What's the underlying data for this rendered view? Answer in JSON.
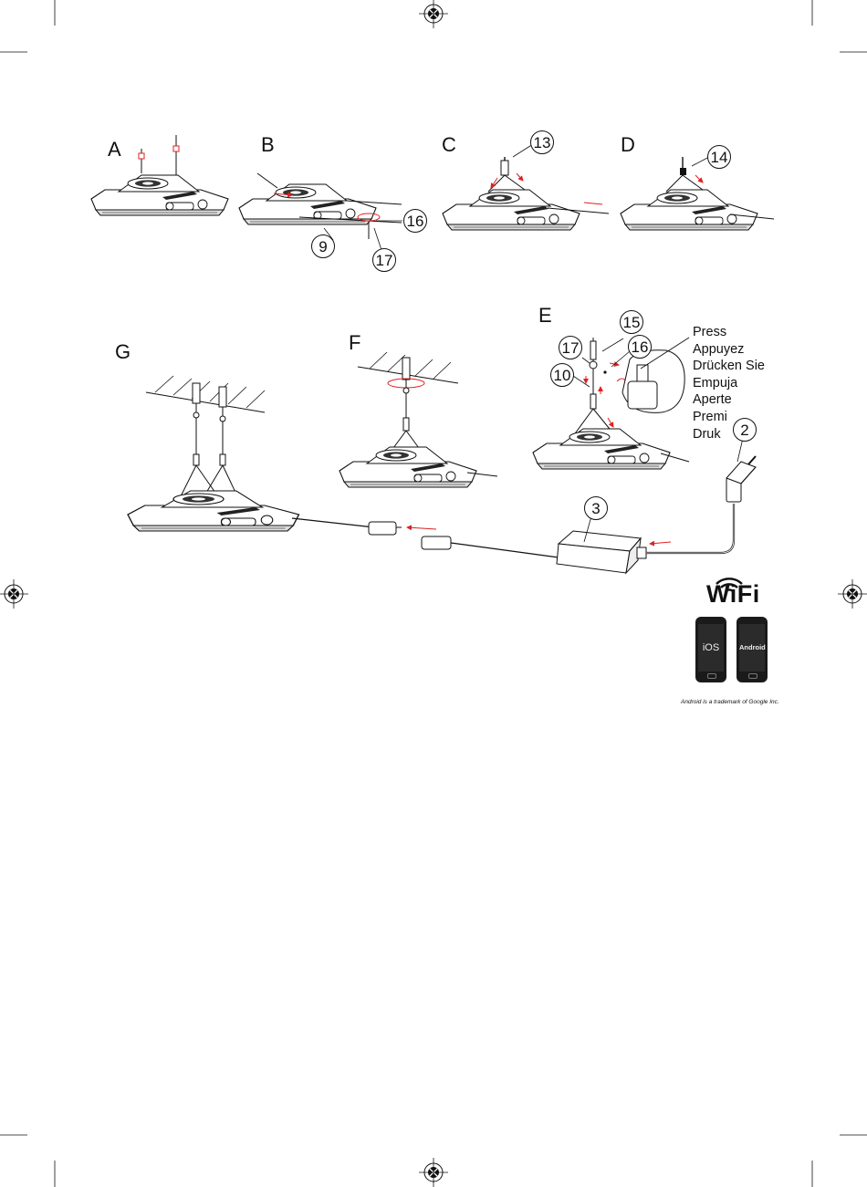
{
  "steps": {
    "a": "A",
    "b": "B",
    "c": "C",
    "d": "D",
    "e": "E",
    "f": "F",
    "g": "G"
  },
  "callouts": {
    "n13": "13",
    "n14": "14",
    "n16_b": "16",
    "n17_b": "17",
    "n9": "9",
    "n15": "15",
    "n17_e": "17",
    "n16_e": "16",
    "n10": "10",
    "n2": "2",
    "n3": "3"
  },
  "press_words": [
    "Press",
    "Appuyez",
    "Drücken Sie",
    "Empuja",
    "Aperte",
    "Premi",
    "Druk"
  ],
  "wifi": {
    "label": "WiFi"
  },
  "phones": {
    "ios_label": "iOS",
    "android_label": "Android"
  },
  "trademark_note": "Android is a trademark of Google Inc.",
  "colors": {
    "line": "#111111",
    "arrow": "#e02020",
    "panel": "#ffffff"
  },
  "icons": [
    "registration-mark-icon",
    "wifi-icon",
    "ios-phone-icon",
    "android-phone-icon"
  ]
}
